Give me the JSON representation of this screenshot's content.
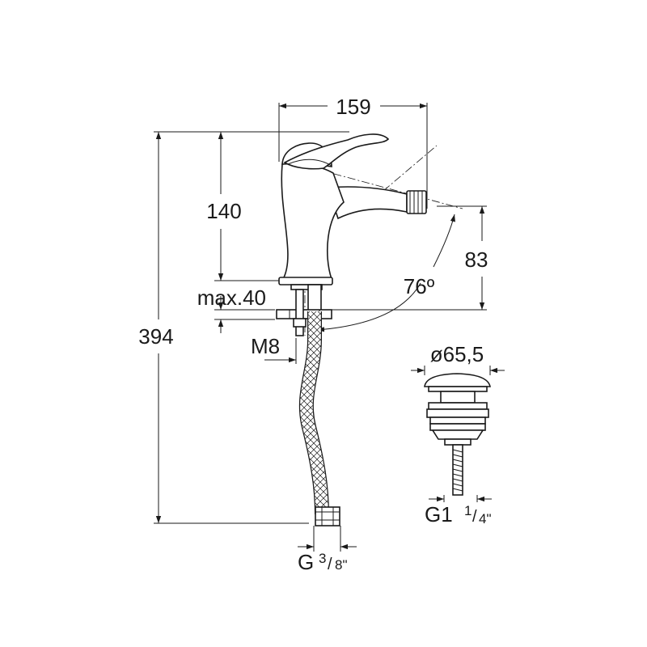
{
  "dimensions": {
    "width_total": "159",
    "height_body": "140",
    "height_total": "394",
    "height_spout": "83",
    "spray_angle": "76º",
    "deck_max": "max.40",
    "thread_stud": "M8",
    "hose_thread_letter": "G",
    "hose_thread_num": "3",
    "hose_thread_den": "8\"",
    "waste_diameter": "ø65,5",
    "waste_thread_main": "G1",
    "waste_thread_num": "1",
    "waste_thread_den": "4\""
  },
  "colors": {
    "line": "#1a1a1a",
    "background": "#ffffff"
  }
}
